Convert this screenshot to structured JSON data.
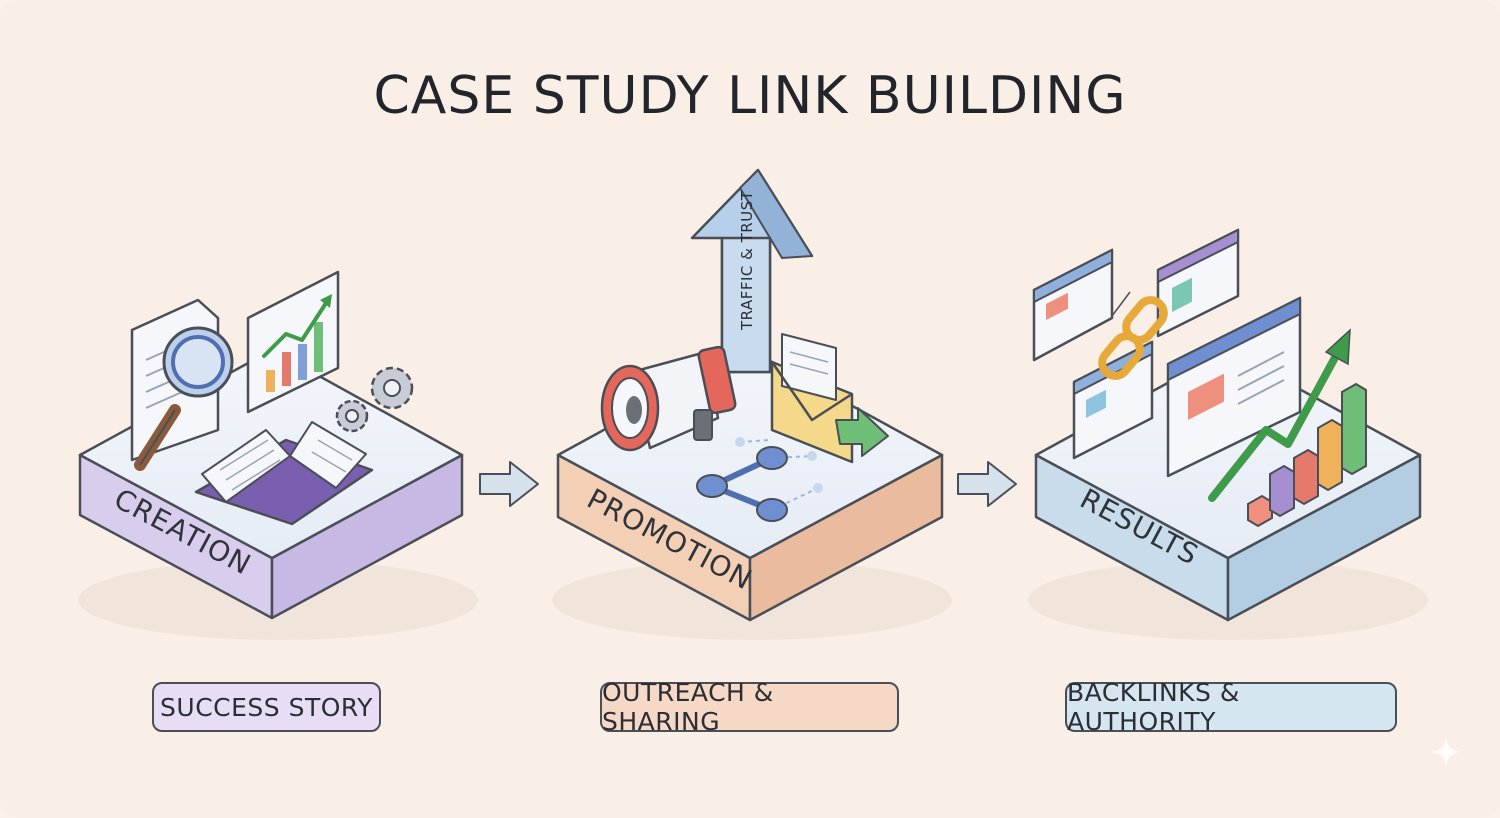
{
  "title": "CASE STUDY LINK BUILDING",
  "stages": [
    {
      "label": "CREATION",
      "caption": "SUCCESS STORY",
      "color": "#d9cdee"
    },
    {
      "label": "PROMOTION",
      "caption": "OUTREACH & SHARING",
      "color": "#f3cfb6"
    },
    {
      "label": "RESULTS",
      "caption": "BACKLINKS & AUTHORITY",
      "color": "#c9dcec"
    }
  ],
  "arrow_label": "TRAFFIC & TRUST",
  "icons": [
    "document-icon",
    "magnifier-icon",
    "growth-chart-icon",
    "gear-icon",
    "open-book-icon",
    "megaphone-icon",
    "envelope-icon",
    "share-network-icon",
    "up-arrow-icon",
    "browser-window-icon",
    "chain-link-icon",
    "bar-chart-icon",
    "sparkle-icon"
  ]
}
